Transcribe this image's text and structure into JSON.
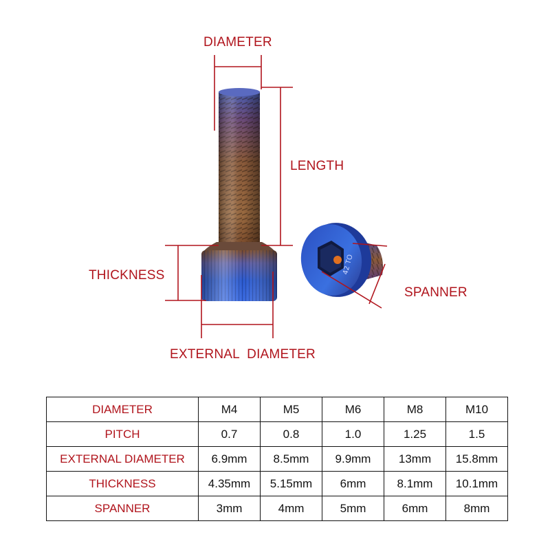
{
  "labels": {
    "diameter": "DIAMETER",
    "length": "LENGTH",
    "thickness": "THICKNESS",
    "spanner": "SPANNER",
    "external_diameter": "EXTERNAL  DIAMETER"
  },
  "colors": {
    "accent_red": "#b0141c",
    "table_border": "#111111"
  },
  "images": {
    "side_bolt": "titanium-cap-screw-side-view",
    "head_bolt": "titanium-cap-screw-head-view"
  },
  "table": {
    "rows": [
      {
        "label": "DIAMETER",
        "values": [
          "M4",
          "M5",
          "M6",
          "M8",
          "M10"
        ]
      },
      {
        "label": "PITCH",
        "values": [
          "0.7",
          "0.8",
          "1.0",
          "1.25",
          "1.5"
        ]
      },
      {
        "label": "EXTERNAL DIAMETER",
        "values": [
          "6.9mm",
          "8.5mm",
          "9.9mm",
          "13mm",
          "15.8mm"
        ]
      },
      {
        "label": "THICKNESS",
        "values": [
          "4.35mm",
          "5.15mm",
          "6mm",
          "8.1mm",
          "10.1mm"
        ]
      },
      {
        "label": "SPANNER",
        "values": [
          "3mm",
          "4mm",
          "5mm",
          "6mm",
          "8mm"
        ]
      }
    ]
  }
}
